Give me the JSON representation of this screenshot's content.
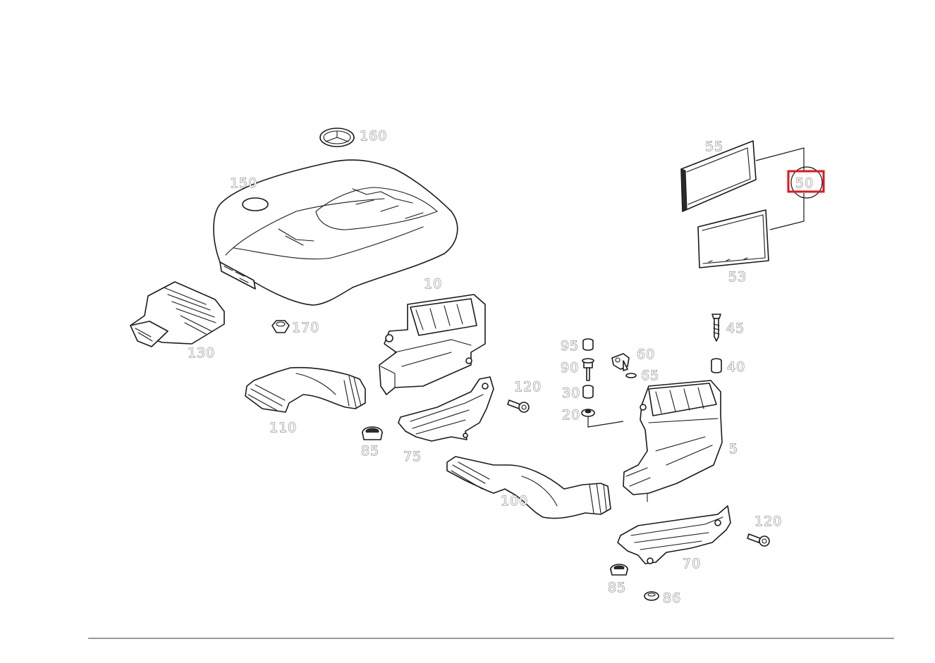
{
  "labels": {
    "l160": "160",
    "l150": "150",
    "l10": "10",
    "l170": "170",
    "l130": "130",
    "l110": "110",
    "l85a": "85",
    "l75": "75",
    "l120a": "120",
    "l95": "95",
    "l90": "90",
    "l30": "30",
    "l20": "20",
    "l60": "60",
    "l65": "65",
    "l45": "45",
    "l40": "40",
    "l55": "55",
    "l50": "50",
    "l53": "53",
    "l5": "5",
    "l100": "100",
    "l120b": "120",
    "l70": "70",
    "l85b": "85",
    "l86": "86"
  },
  "highlight": {
    "part": "50",
    "color": "#e8141b"
  }
}
